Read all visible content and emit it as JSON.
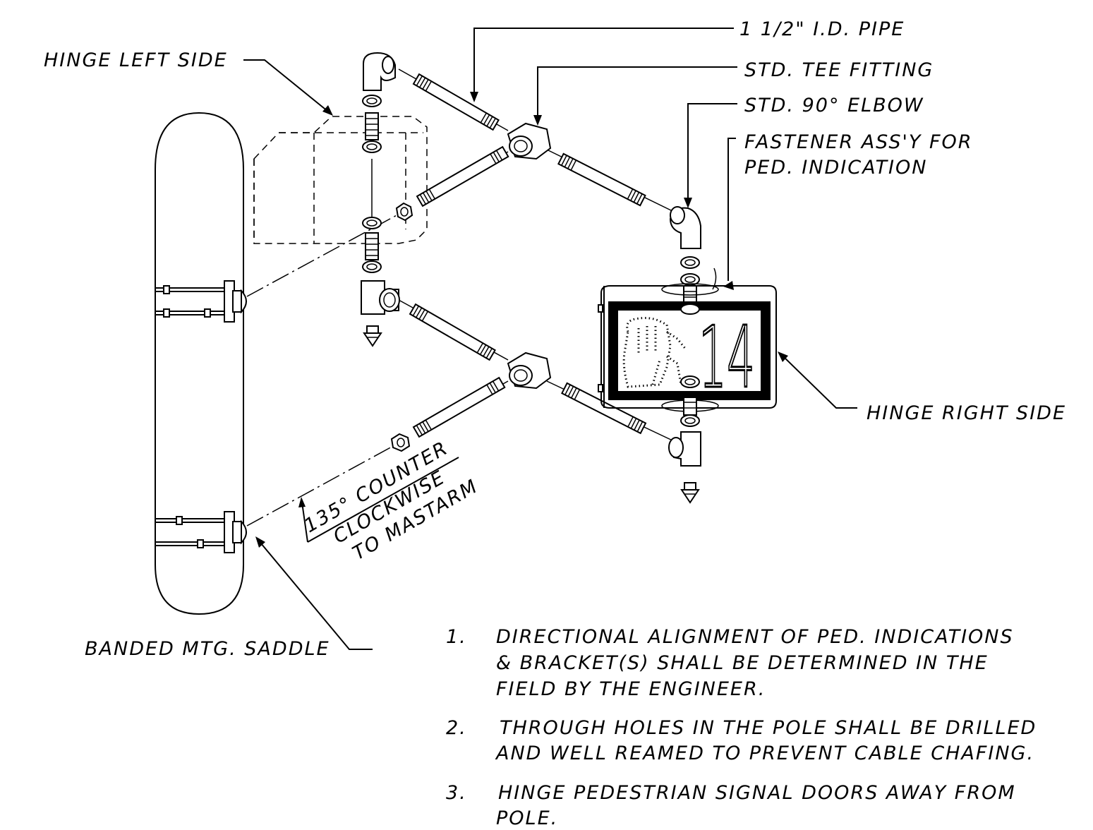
{
  "labels": {
    "pipe": "1 1/2\" I.D. PIPE",
    "tee": "STD. TEE FITTING",
    "elbow": "STD. 90° ELBOW",
    "fastener_line1": "FASTENER ASS'Y FOR",
    "fastener_line2": "PED. INDICATION",
    "hinge_left": "HINGE LEFT SIDE",
    "hinge_right": "HINGE RIGHT SIDE",
    "saddle": "BANDED MTG. SADDLE",
    "rotation_line1": "135° COUNTER",
    "rotation_line2": "CLOCKWISE",
    "rotation_line3": "TO MASTARM"
  },
  "signal": {
    "countdown": "14"
  },
  "notes": [
    {
      "number": "1.",
      "lines": [
        "DIRECTIONAL ALIGNMENT OF PED. INDICATIONS",
        "& BRACKET(S) SHALL BE DETERMINED IN THE",
        "FIELD BY THE ENGINEER."
      ]
    },
    {
      "number": "2.",
      "lines": [
        "THROUGH HOLES IN THE POLE SHALL BE DRILLED",
        "AND WELL REAMED TO PREVENT CABLE CHAFING."
      ]
    },
    {
      "number": "3.",
      "lines": [
        "HINGE PEDESTRIAN SIGNAL DOORS AWAY FROM",
        "POLE."
      ]
    }
  ]
}
